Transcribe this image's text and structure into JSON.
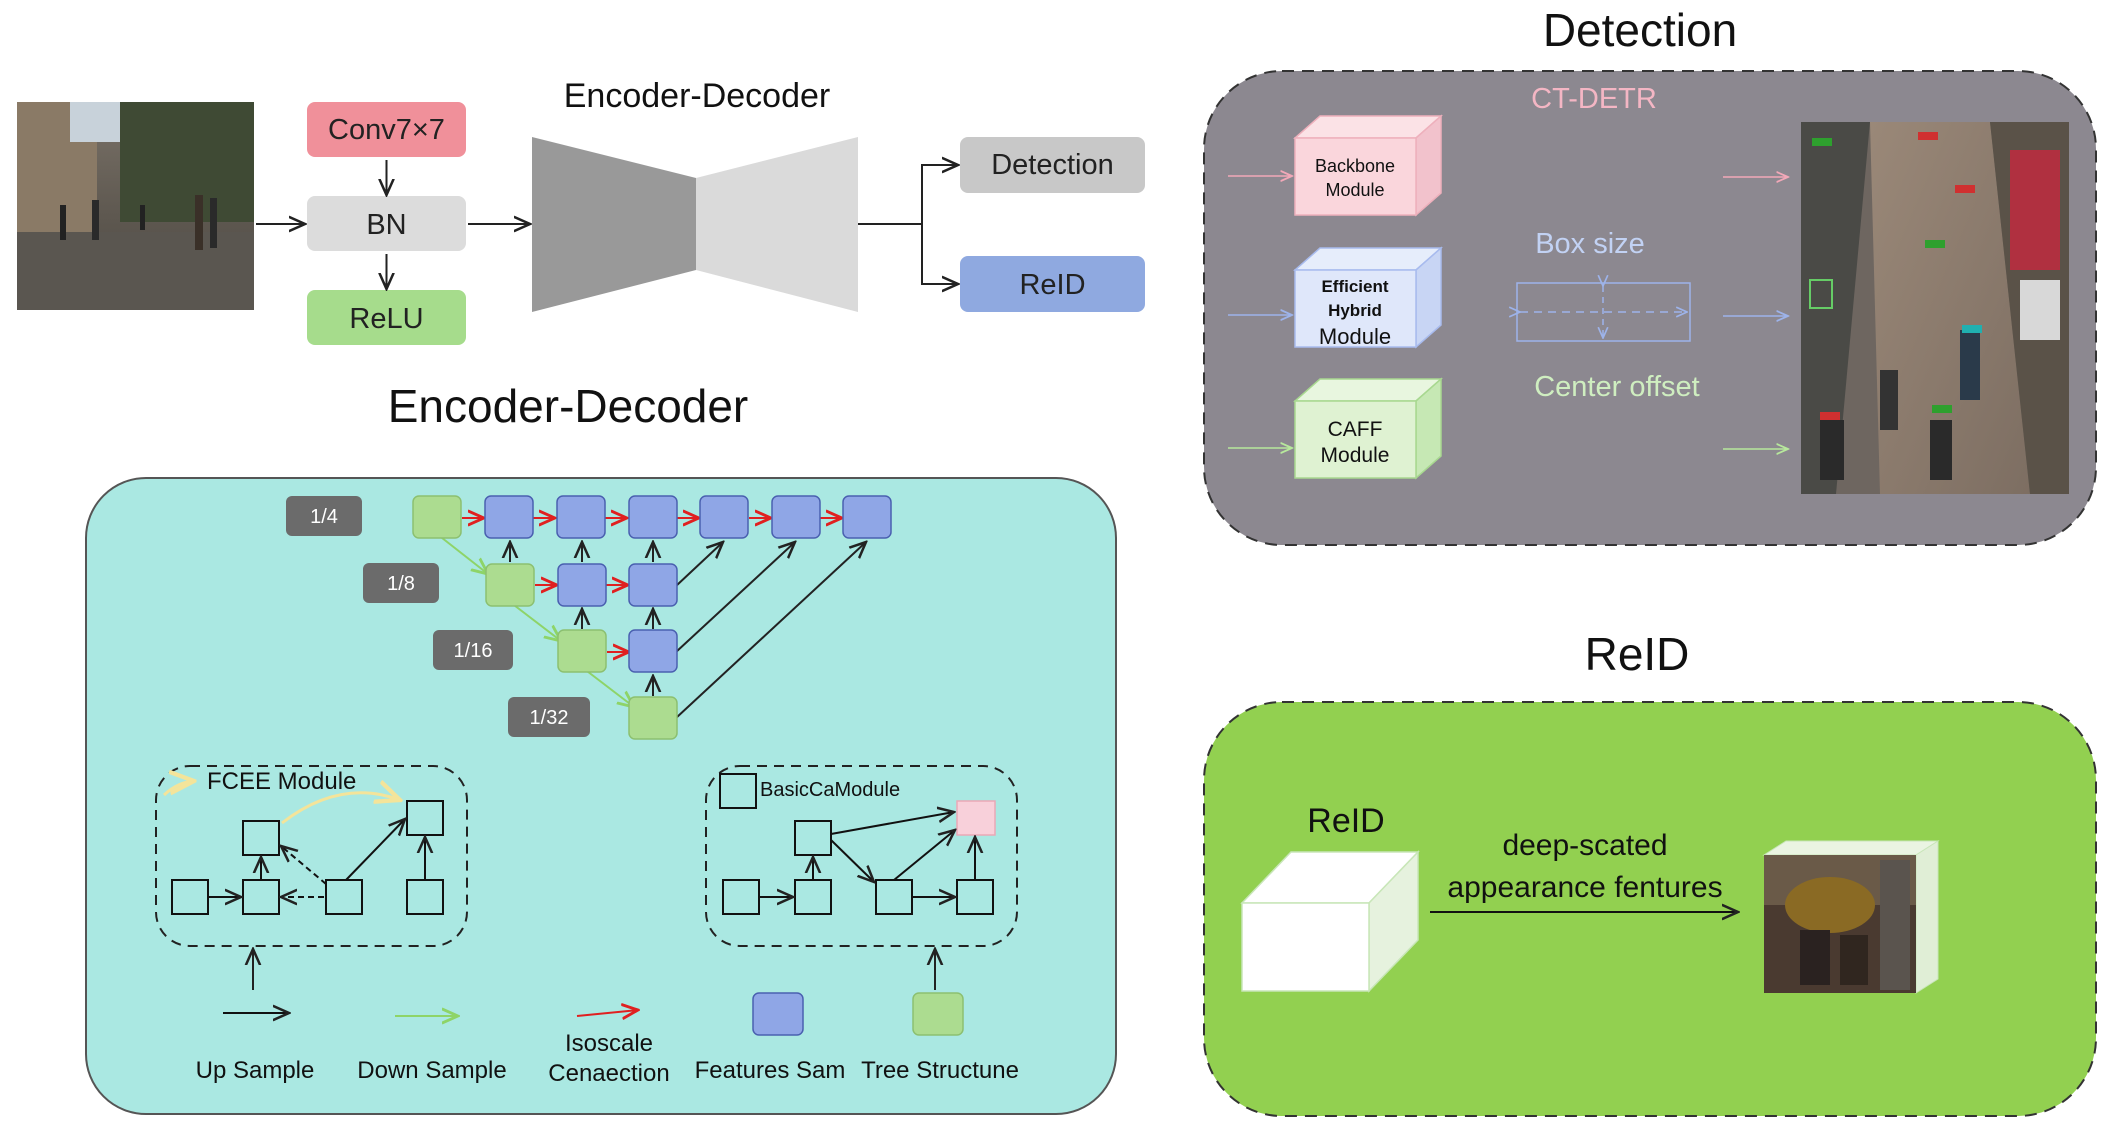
{
  "top_pipeline": {
    "conv_label": "Conv7×7",
    "bn_label": "BN",
    "relu_label": "ReLU",
    "encoder_decoder_label": "Encoder-Decoder",
    "detection_label": "Detection",
    "reid_label": "ReID"
  },
  "encoder_decoder_panel": {
    "title": "Encoder-Decoder",
    "scales": [
      "1/4",
      "1/8",
      "1/16",
      "1/32"
    ],
    "fcee_label": "FCEE Module",
    "basicca_label": "BasicCaModule",
    "legend": {
      "up_sample": "Up Sample",
      "down_sample": "Down Sample",
      "isoscale_line1": "Isoscale",
      "isoscale_line2": "Cenaection",
      "features_sam": "Features Sam",
      "tree_structure": "Tree Structune"
    }
  },
  "detection_panel": {
    "title": "Detection",
    "subtitle": "CT-DETR",
    "backbone_line1": "Backbone",
    "backbone_line2": "Module",
    "efficient_line1": "Efficient",
    "efficient_line2": "Hybrid",
    "efficient_line3": "Module",
    "caff_line1": "CAFF",
    "caff_line2": "Module",
    "box_size": "Box size",
    "center_offset": "Center offset"
  },
  "reid_panel": {
    "title": "ReID",
    "cube_label": "ReID",
    "arrow_line1": "deep-scated",
    "arrow_line2": "appearance fentures"
  },
  "colors": {
    "conv": "#f0909a",
    "bn": "#dcdcdc",
    "relu": "#a6dc8c",
    "detection_box": "#c8c8c8",
    "reid_box": "#8fa9e0",
    "teal_panel": "#aae8e2",
    "grey_panel": "#8c8890",
    "green_panel": "#92d050",
    "blue_node": "#8fa6e6",
    "green_node": "#acdc90"
  }
}
